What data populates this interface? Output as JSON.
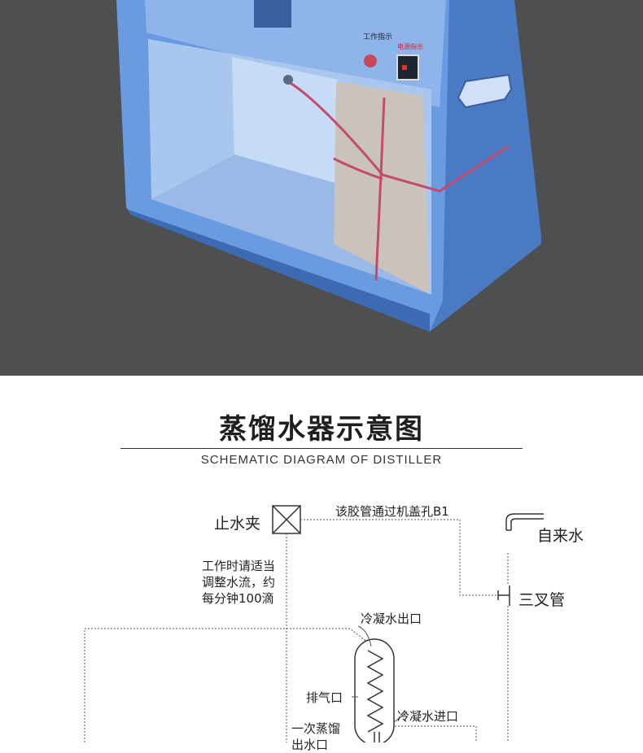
{
  "photo": {
    "panel_labels": {
      "work_indicator": "工作指示",
      "power_indicator": "电源指示"
    }
  },
  "header": {
    "title_cn": "蒸馏水器示意图",
    "title_en": "SCHEMATIC DIAGRAM OF DISTILLER"
  },
  "schematic": {
    "labels": {
      "stop_clamp": "止水夹",
      "hose_note": "该胶管通过机盖孔B1",
      "tap_water": "自来水",
      "tee_pipe": "三叉管",
      "flow_note_line1": "工作时请适当",
      "flow_note_line2": "调整水流，约",
      "flow_note_line3": "每分钟100滴",
      "condensate_outlet": "冷凝水出口",
      "vent": "排气口",
      "condensate_inlet": "冷凝水进口",
      "primary_outlet_line1": "一次蒸馏",
      "primary_outlet_line2": "出水口"
    }
  },
  "colors": {
    "photo_background": "#4e4f51",
    "cabinet_blue": "#5f90d6",
    "line": "#555555"
  }
}
